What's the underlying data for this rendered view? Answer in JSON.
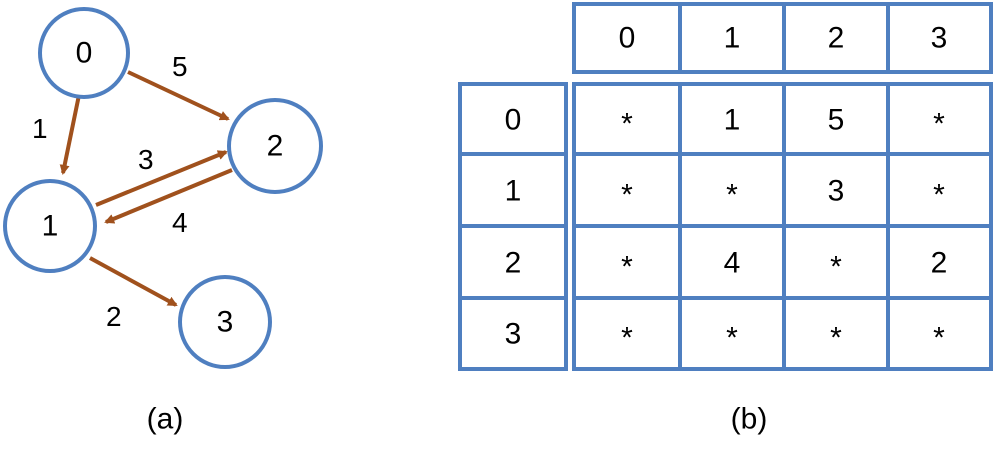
{
  "graph": {
    "nodes": [
      "0",
      "1",
      "2",
      "3"
    ],
    "edges": [
      {
        "from": "0",
        "to": "2",
        "weight": "5"
      },
      {
        "from": "0",
        "to": "1",
        "weight": "1"
      },
      {
        "from": "1",
        "to": "2",
        "weight": "3"
      },
      {
        "from": "2",
        "to": "1",
        "weight": "4"
      },
      {
        "from": "1",
        "to": "3",
        "weight": "2"
      }
    ],
    "caption": "(a)"
  },
  "matrix": {
    "column_headers": [
      "0",
      "1",
      "2",
      "3"
    ],
    "row_headers": [
      "0",
      "1",
      "2",
      "3"
    ],
    "cells": [
      [
        "*",
        "1",
        "5",
        "*"
      ],
      [
        "*",
        "*",
        "3",
        "*"
      ],
      [
        "*",
        "4",
        "*",
        "2"
      ],
      [
        "*",
        "*",
        "*",
        "*"
      ]
    ],
    "caption": "(b)"
  },
  "colors": {
    "node_outline": "#4f7fc0",
    "edge": "#a0511d",
    "grid": "#4f7fc0"
  }
}
